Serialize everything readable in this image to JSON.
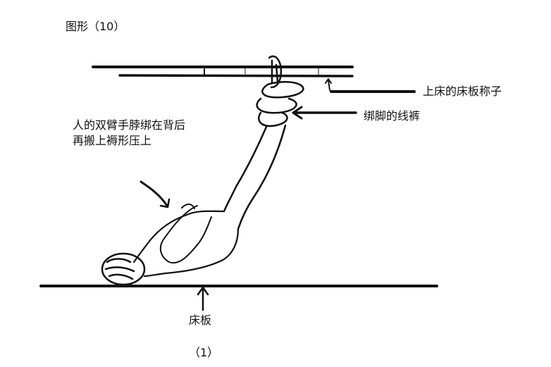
{
  "figure_title": "图形（10）",
  "labels": {
    "bed_board_beam": "上床的床板称子",
    "foot_binding": "绑脚的线裤",
    "arms_line1": "人的双臂手脖绑在背后",
    "arms_line2": "再搬上褥形压上",
    "bed_board": "床板"
  },
  "caption": "（1）"
}
